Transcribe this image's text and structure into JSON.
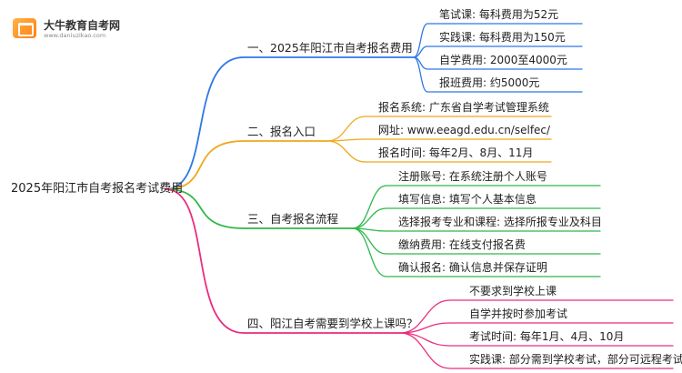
{
  "logo": {
    "name": "大牛教育自考网",
    "url": "www.daniuzikao.com"
  },
  "colors": {
    "b1": "#2f78e6",
    "b2": "#f0a81a",
    "b3": "#2fb84a",
    "b4": "#ea2d7e"
  },
  "root": "2025年阳江市自考报名考试费用",
  "branches": [
    {
      "label": "一、2025年阳江市自考报名费用",
      "items": [
        "笔试课: 每科费用为52元",
        "实践课: 每科费用为150元",
        "自学费用: 2000至4000元",
        "报班费用: 约5000元"
      ]
    },
    {
      "label": "二、报名入口",
      "items": [
        "报名系统: 广东省自学考试管理系统",
        "网址: www.eeagd.edu.cn/selfec/",
        "报名时间: 每年2月、8月、11月"
      ]
    },
    {
      "label": "三、自考报名流程",
      "items": [
        "注册账号: 在系统注册个人账号",
        "填写信息: 填写个人基本信息",
        "选择报考专业和课程: 选择所报专业及科目",
        "缴纳费用: 在线支付报名费",
        "确认报名: 确认信息并保存证明"
      ]
    },
    {
      "label": "四、阳江自考需要到学校上课吗？",
      "items": [
        "不要求到学校上课",
        "自学并按时参加考试",
        "考试时间: 每年1月、4月、10月",
        "实践课: 部分需到学校考试，部分可远程考试"
      ]
    }
  ]
}
